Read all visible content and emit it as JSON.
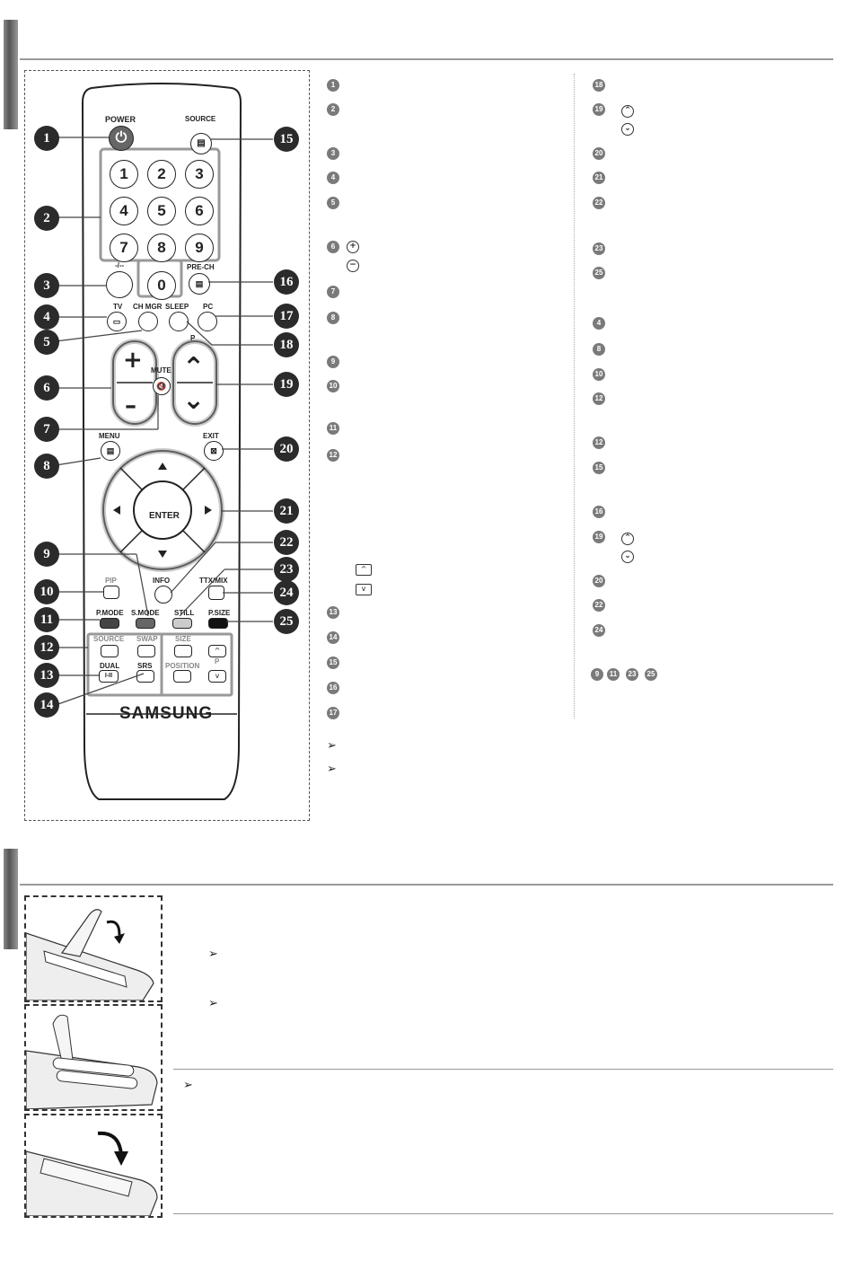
{
  "remote": {
    "power": "POWER",
    "source": "SOURCE",
    "digits": [
      "1",
      "2",
      "3",
      "4",
      "5",
      "6",
      "7",
      "8",
      "9"
    ],
    "zero": "0",
    "dash": "-/--",
    "prech": "PRE-CH",
    "tv": "TV",
    "chmgr": "CH MGR",
    "sleep": "SLEEP",
    "pc": "PC",
    "mute": "MUTE",
    "p": "P",
    "menu": "MENU",
    "exit": "EXIT",
    "enter": "ENTER",
    "pip": "PIP",
    "info": "INFO",
    "ttx": "TTX/MIX",
    "pmode": "P.MODE",
    "smode": "S.MODE",
    "still": "STILL",
    "psize": "P.SIZE",
    "source2": "SOURCE",
    "swap": "SWAP",
    "size": "SIZE",
    "dual": "DUAL",
    "dual_sym": "I-II",
    "srs": "SRS",
    "position": "POSITION",
    "p2": "P",
    "brand": "SAMSUNG",
    "plus": "+",
    "minus": "–"
  },
  "callouts": [
    "1",
    "2",
    "3",
    "4",
    "5",
    "6",
    "7",
    "8",
    "9",
    "10",
    "11",
    "12",
    "13",
    "14",
    "15",
    "16",
    "17",
    "18",
    "19",
    "20",
    "21",
    "22",
    "23",
    "24",
    "25"
  ],
  "list_left": [
    "1",
    "2",
    "3",
    "4",
    "5",
    "6",
    "7",
    "8",
    "9",
    "10",
    "11",
    "12",
    "13",
    "14",
    "15",
    "16",
    "17"
  ],
  "list_right": [
    "18",
    "19",
    "20",
    "21",
    "22",
    "23",
    "25",
    "4",
    "8",
    "10",
    "12",
    "12",
    "15",
    "16",
    "19",
    "20",
    "22",
    "24"
  ],
  "list_bottom": [
    "9",
    "11",
    "23",
    "25"
  ],
  "icons": {
    "note_arrow": "➢",
    "plus_sym": "+",
    "minus_sym": "−",
    "up_sym": "^",
    "down_sym": "v",
    "chev_up": "⌃",
    "chev_down": "⌄"
  }
}
